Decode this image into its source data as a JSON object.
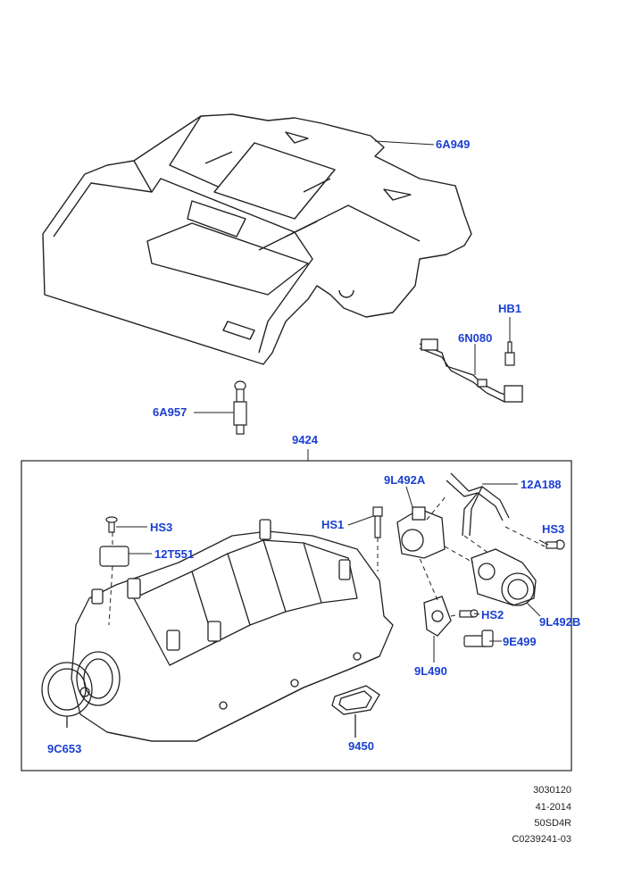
{
  "callouts": {
    "c6a949": "6A949",
    "hb1": "HB1",
    "c6n080": "6N080",
    "c6a957": "6A957",
    "c9424": "9424",
    "c9l492a": "9L492A",
    "c12a188": "12A188",
    "hs3_left": "HS3",
    "hs1": "HS1",
    "hs3_right": "HS3",
    "c12t551": "12T551",
    "hs2": "HS2",
    "c9l492b": "9L492B",
    "c9e499": "9E499",
    "c9l490": "9L490",
    "c9450": "9450",
    "c9c653": "9C653"
  },
  "reference": {
    "line1": "3030120",
    "line2": "41-2014",
    "line3": "50SD4R",
    "line4": "C0239241-03"
  },
  "colors": {
    "callout_text": "#1a3fd1",
    "line_art": "#222222"
  }
}
